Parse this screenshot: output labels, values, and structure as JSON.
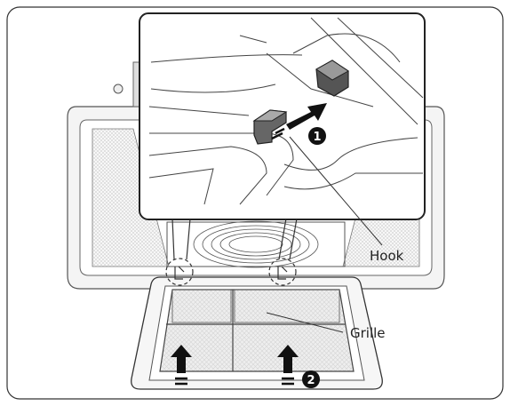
{
  "labels": {
    "hook": "Hook",
    "grille": "Grille",
    "step1": "1",
    "step2": "2"
  },
  "colors": {
    "frame": "#333333",
    "panel_fill": "#f2f2f2",
    "filter_fill": "#e9e9e9",
    "arrow": "#111111"
  }
}
